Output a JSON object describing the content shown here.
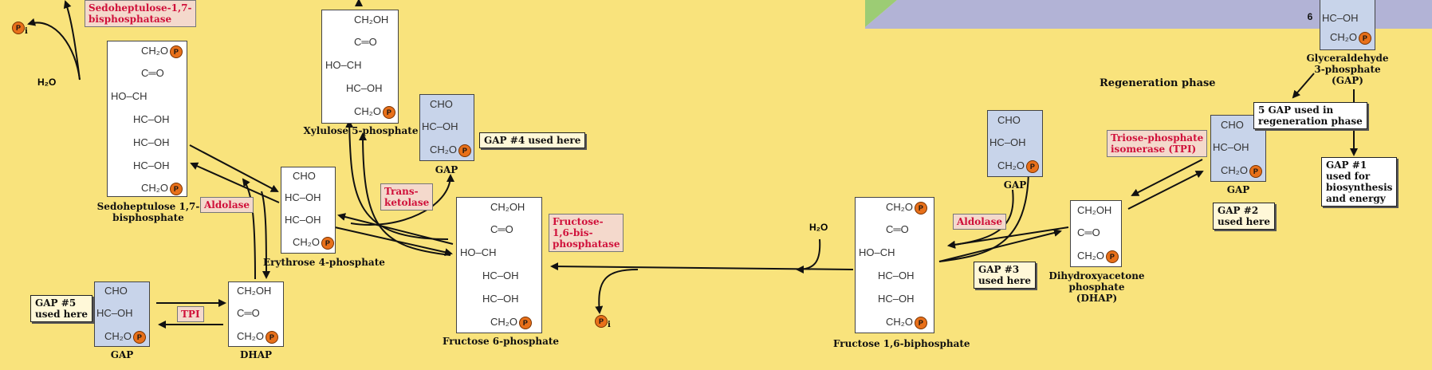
{
  "molecules": {
    "sedoheptulose_bp": {
      "lines": [
        "CH₂O",
        "C═O",
        "HO–CH",
        "HC–OH",
        "HC–OH",
        "HC–OH",
        "CH₂O"
      ],
      "caption": "Sedoheptulose 1,7-\nbisphosphate"
    },
    "xylulose_5p": {
      "lines": [
        "CH₂OH",
        "C═O",
        "HO–CH",
        "HC–OH",
        "CH₂O"
      ],
      "caption": "Xylulose 5-phosphate"
    },
    "gap_4": {
      "lines": [
        "CHO",
        "HC–OH",
        "CH₂O"
      ],
      "caption": "GAP"
    },
    "erythrose_4p": {
      "lines": [
        "CHO",
        "HC–OH",
        "HC–OH",
        "CH₂O"
      ],
      "caption": "Erythrose 4-phosphate"
    },
    "fructose_6p": {
      "lines": [
        "CH₂OH",
        "C═O",
        "HO–CH",
        "HC–OH",
        "HC–OH",
        "CH₂O"
      ],
      "caption": "Fructose 6-phosphate"
    },
    "gap_5": {
      "lines": [
        "CHO",
        "HC–OH",
        "CH₂O"
      ],
      "caption": "GAP"
    },
    "dhap_left": {
      "lines": [
        "CH₂OH",
        "C═O",
        "CH₂O"
      ],
      "caption": "DHAP"
    },
    "fructose_16bp": {
      "lines": [
        "CH₂O",
        "C═O",
        "HO–CH",
        "HC–OH",
        "HC–OH",
        "CH₂O"
      ],
      "caption": "Fructose 1,6-biphosphate"
    },
    "gap_3": {
      "lines": [
        "CHO",
        "HC–OH",
        "CH₂O"
      ],
      "caption": "GAP"
    },
    "dhap_right": {
      "lines": [
        "CH₂OH",
        "C═O",
        "CH₂O"
      ],
      "caption": "Dihydroxyacetone phosphate\n(DHAP)"
    },
    "gap_2": {
      "lines": [
        "CHO",
        "HC–OH",
        "CH₂O"
      ],
      "caption": "GAP"
    },
    "gap_top": {
      "lines": [
        "HC–OH",
        "CH₂O"
      ],
      "caption": "Glyceraldehyde\n3-phosphate\n(GAP)"
    }
  },
  "phosphate_label": "P",
  "stoich_6": "6",
  "enzymes": {
    "sedo_bisphosphatase": "Sedoheptulose-1,7-\nbisphosphatase",
    "aldolase_left": "Aldolase",
    "transketolase": "Trans-\nketolase",
    "fructose_bisphosphatase": "Fructose-\n1,6-bis-\nphosphatase",
    "aldolase_right": "Aldolase",
    "tpi_left": "TPI",
    "tpi_right": "Triose-phosphate\nisomerase (TPI)"
  },
  "notes": {
    "gap4": "GAP #4 used here",
    "gap5": "GAP #5\nused here",
    "gap3": "GAP #3\nused here",
    "gap2": "GAP #2\nused here",
    "regen": "5 GAP used in\nregeneration phase",
    "gap1": "GAP #1\nused for\nbiosynthesis\nand energy"
  },
  "small_labels": {
    "pi_left": "P",
    "pi_left_sub": "i",
    "pi_mid": "P",
    "pi_mid_sub": "i",
    "h2o_left": "H₂O",
    "h2o_mid": "H₂O"
  },
  "phase_title": "Regeneration phase",
  "colors": {
    "background": "#f9e37c",
    "molecule_box": "#ffffff",
    "gap_box": "#c8d4ea",
    "enzyme_text": "#d0103a",
    "enzyme_box": "#f4d9cc",
    "phosphate": "#e8701a",
    "top_band": "#b2b3d6",
    "top_band_green": "#9ccc74"
  }
}
